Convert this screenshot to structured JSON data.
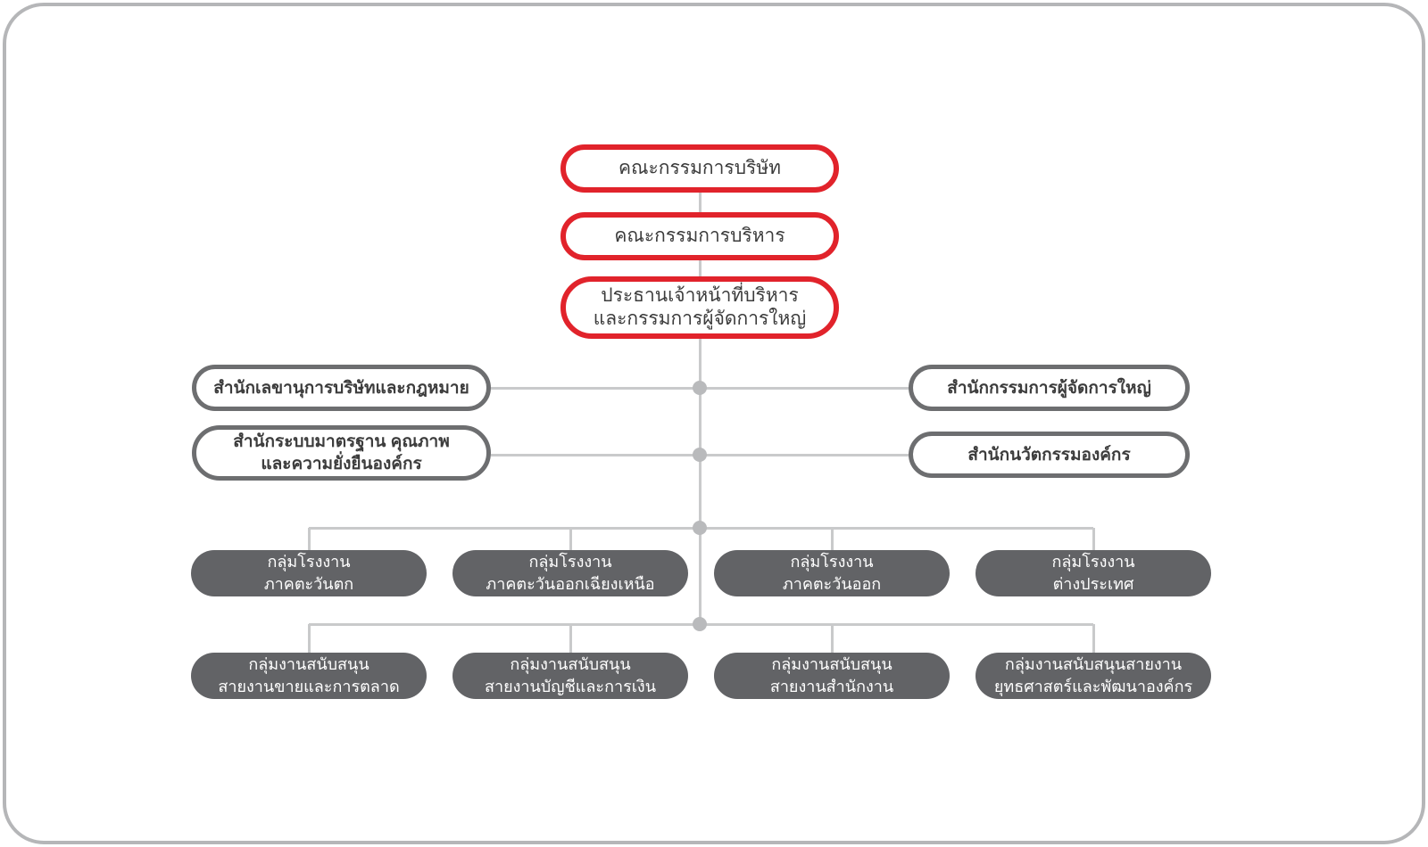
{
  "colors": {
    "red": "#E1232B",
    "dark_gray_fill": "#626366",
    "border_gray": "#6D6E70",
    "line_gray": "#C9CACB",
    "dot_gray": "#B9BABC",
    "frame_gray": "#B5B6B8",
    "text_dark": "#3C3C3C"
  },
  "org": {
    "board": {
      "lines": [
        "คณะกรรมการบริษัท"
      ]
    },
    "executive_committee": {
      "lines": [
        "คณะกรรมการบริหาร"
      ]
    },
    "ceo": {
      "lines": [
        "ประธานเจ้าหน้าที่บริหาร",
        "และกรรมการผู้จัดการใหญ่"
      ]
    },
    "offices_left": [
      {
        "lines": [
          "สำนักเลขานุการบริษัทและกฎหมาย"
        ]
      },
      {
        "lines": [
          "สำนักระบบมาตรฐาน คุณภาพ",
          "และความยั่งยืนองค์กร"
        ]
      }
    ],
    "offices_right": [
      {
        "lines": [
          "สำนักกรรมการผู้จัดการใหญ่"
        ]
      },
      {
        "lines": [
          "สำนักนวัตกรรมองค์กร"
        ]
      }
    ],
    "factory_groups": [
      {
        "lines": [
          "กลุ่มโรงงาน",
          "ภาคตะวันตก"
        ]
      },
      {
        "lines": [
          "กลุ่มโรงงาน",
          "ภาคตะวันออกเฉียงเหนือ"
        ]
      },
      {
        "lines": [
          "กลุ่มโรงงาน",
          "ภาคตะวันออก"
        ]
      },
      {
        "lines": [
          "กลุ่มโรงงาน",
          "ต่างประเทศ"
        ]
      }
    ],
    "support_groups": [
      {
        "lines": [
          "กลุ่มงานสนับสนุน",
          "สายงานขายและการตลาด"
        ]
      },
      {
        "lines": [
          "กลุ่มงานสนับสนุน",
          "สายงานบัญชีและการเงิน"
        ]
      },
      {
        "lines": [
          "กลุ่มงานสนับสนุน",
          "สายงานสำนักงาน"
        ]
      },
      {
        "lines": [
          "กลุ่มงานสนับสนุนสายงาน",
          "ยุทธศาสตร์และพัฒนาองค์กร"
        ]
      }
    ]
  }
}
